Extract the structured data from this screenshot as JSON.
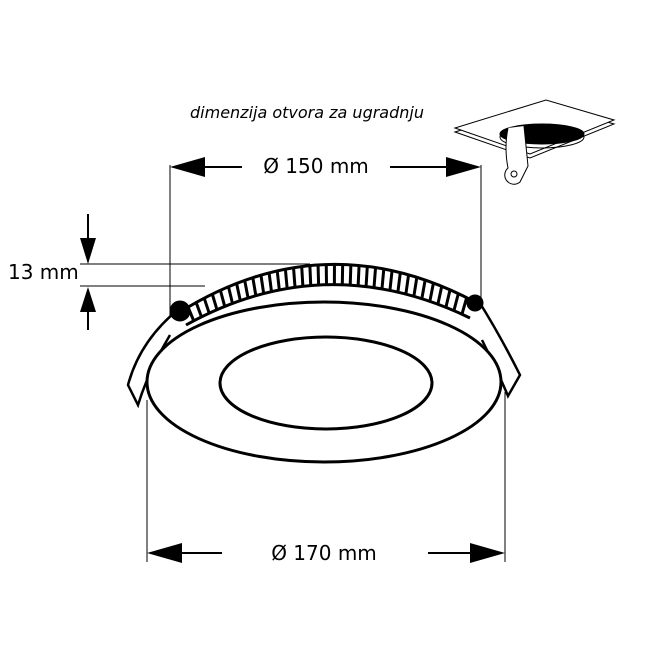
{
  "caption": "dimenzija otvora za ugradnju",
  "dimensions": {
    "cutout": "Ø 150 mm",
    "outer": "Ø 170 mm",
    "height": "13 mm"
  },
  "colors": {
    "line": "#000000",
    "background": "#ffffff"
  }
}
